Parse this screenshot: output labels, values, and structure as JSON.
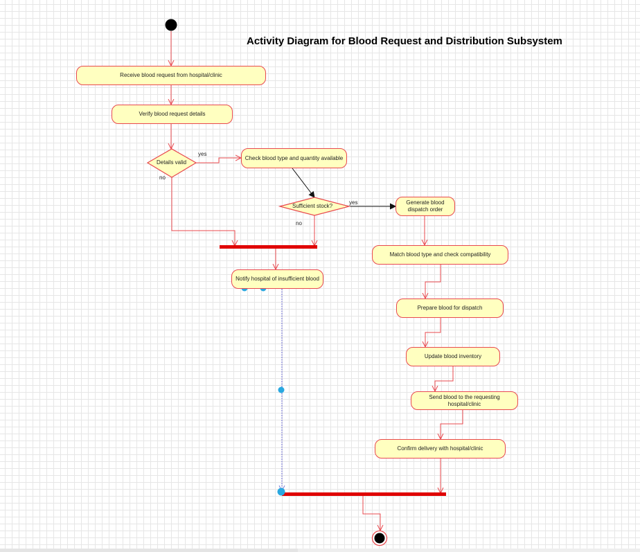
{
  "title": "Activity Diagram for Blood Request and Distribution Subsystem",
  "activities": {
    "receive": "Receive blood request from hospital/clinic",
    "verify": "Verify blood request details",
    "check_stock": "Check blood type and quantity available",
    "generate_order": "Generate blood dispatch order",
    "match": "Match blood type and check compatibility",
    "notify": "Notify hospital of insufficient blood",
    "prepare": "Prepare blood for dispatch",
    "update": "Update blood inventory",
    "send": "Send blood to the requesting hospital/clinic",
    "confirm": "Confirm delivery with hospital/clinic"
  },
  "decisions": {
    "details_valid": "Details valid",
    "sufficient_stock": "Sufficient stock?"
  },
  "guards": {
    "details_yes": "yes",
    "details_no": "no",
    "stock_yes": "yes",
    "stock_no": "no"
  },
  "colors": {
    "node_fill": "#ffffc0",
    "node_border": "#e8484e",
    "edge": "#e8484e",
    "bar": "#e00000",
    "handle": "#29a8e0",
    "selected_edge": "#7b7bd8"
  }
}
